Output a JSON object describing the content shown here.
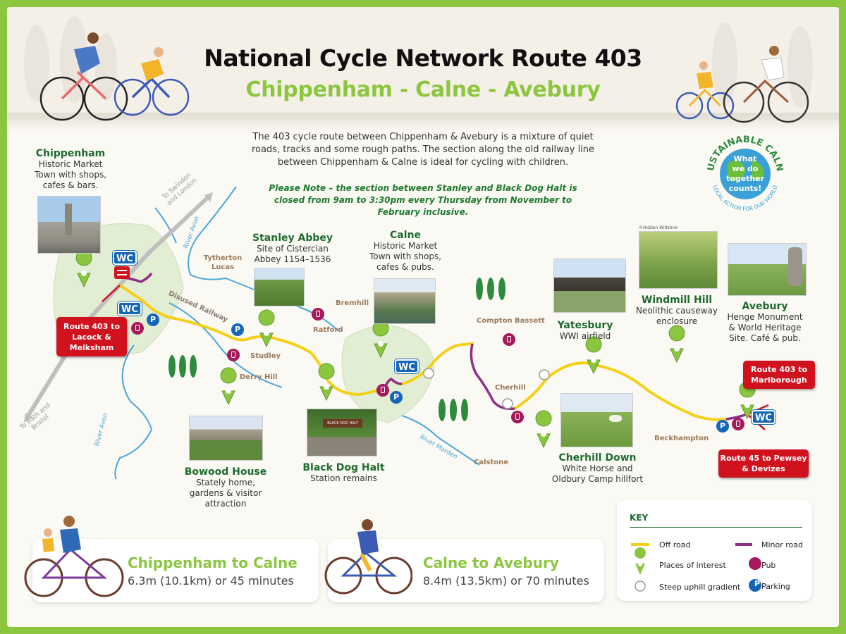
{
  "header": {
    "title": "National Cycle Network Route 403",
    "subtitle": "Chippenham - Calne - Avebury"
  },
  "intro": "The 403 cycle route between Chippenham & Avebury is a mixture of quiet roads, tracks and some rough paths. The section along the old railway line between Chippenham & Calne is ideal for cycling with children.",
  "note": "Please Note – the section between Stanley and Black Dog Halt is closed from 9am to 3:30pm every Thursday from November to February inclusive.",
  "logo": {
    "ring_text": "SUSTAINABLE CALNE",
    "center_text": [
      "What",
      "we do",
      "together",
      "counts!"
    ],
    "tagline": "LOCAL ACTION FOR OUR WORLD"
  },
  "places": {
    "chippenham": {
      "title": "Chippenham",
      "desc": "Historic Market Town with shops, cafes & bars."
    },
    "stanley": {
      "title": "Stanley Abbey",
      "desc": "Site of Cistercian Abbey 1154–1536"
    },
    "calne": {
      "title": "Calne",
      "desc": "Historic Market Town with shops, cafes & pubs."
    },
    "yatesbury": {
      "title": "Yatesbury",
      "desc": "WWI airfield"
    },
    "windmill": {
      "title": "Windmill Hill",
      "desc": "Neolithic causeway enclosure"
    },
    "avebury": {
      "title": "Avebury",
      "desc": "Henge Monument & World Heritage Site. Café & pub."
    },
    "bowood": {
      "title": "Bowood House",
      "desc": "Stately home, gardens & visitor attraction"
    },
    "blackdog": {
      "title": "Black Dog Halt",
      "desc": "Station remains"
    },
    "cherhilldown": {
      "title": "Cherhill Down",
      "desc": "White Horse and Oldbury Camp hillfort"
    }
  },
  "photo_credit": "©Hidden Wiltshire",
  "blackdog_sign": "BLACK DOG HALT",
  "towns": {
    "tytherton": "Tytherton Lucas",
    "studley": "Studley",
    "derry": "Derry Hill",
    "ratford": "Ratford",
    "bremhill": "Bremhill",
    "compton": "Compton Bassett",
    "cherhill": "Cherhill",
    "calstone": "Calstone",
    "beckhampton": "Beckhampton"
  },
  "roads": {
    "disused_railway": "Disused Railway",
    "to_swindon": "To Swindon and London",
    "to_bath": "To Bath and Bristol"
  },
  "rivers": {
    "avon1": "River Avon",
    "avon2": "River Avon",
    "marden": "River Marden"
  },
  "signs": {
    "route403_lacock": "Route 403 to Lacock & Melksham",
    "route403_marlborough": "Route 403 to Marlborough",
    "route45": "Route 45 to Pewsey & Devizes"
  },
  "badges": {
    "wc": "WC",
    "parking": "P"
  },
  "cards": {
    "chippenham_calne": {
      "title": "Chippenham to Calne",
      "sub": "6.3m (10.1km) or 45 minutes"
    },
    "calne_avebury": {
      "title": "Calne to Avebury",
      "sub": "8.4m (13.5km) or 70 minutes"
    }
  },
  "key": {
    "title": "KEY",
    "off_road": "Off road",
    "minor_road": "Minor road",
    "places": "Places of interest",
    "pub": "Pub",
    "steep": "Steep uphill gradient",
    "parking": "Parking"
  },
  "colors": {
    "green": "#8cc63f",
    "dark_green": "#1e6b2e",
    "off_road": "#f4d019",
    "minor_road": "#8e2f84",
    "river": "#4aa7d8",
    "red": "#d0121f",
    "blue": "#1565b8",
    "pub": "#a6195a"
  }
}
